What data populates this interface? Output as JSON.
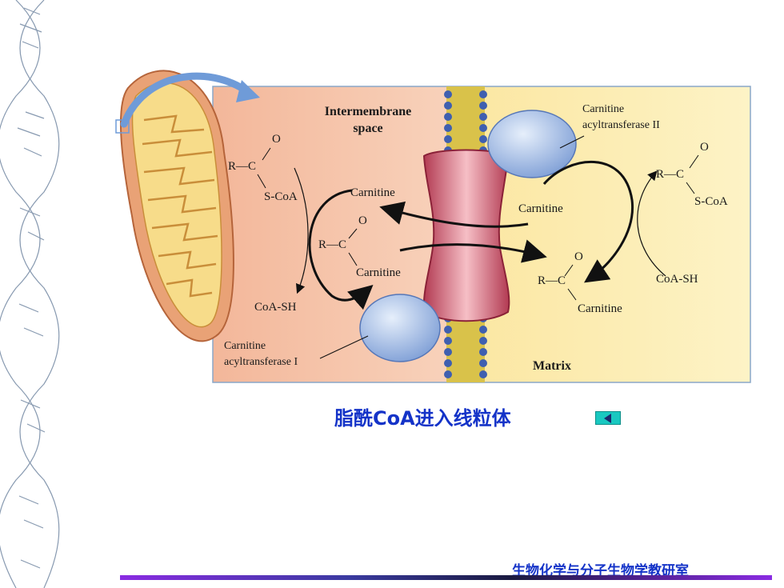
{
  "figure": {
    "intermembrane_label_1": "Intermembrane",
    "intermembrane_label_2": "space",
    "matrix_label": "Matrix",
    "cat1_label_1": "Carnitine",
    "cat1_label_2": "acyltransferase I",
    "cat2_label_1": "Carnitine",
    "cat2_label_2": "acyltransferase II",
    "carnitine": "Carnitine",
    "coa_sh": "CoA-SH",
    "s_coa": "S-CoA",
    "r_c": "R—C",
    "o": "O"
  },
  "caption": "脂酰CoA进入线粒体",
  "footer": "生物化学与分子生物学教研室",
  "colors": {
    "caption": "#1433c8",
    "button": "#19c8c0",
    "intermembrane_bg": "#f5c6a6",
    "matrix_bg": "#fbefb0"
  }
}
